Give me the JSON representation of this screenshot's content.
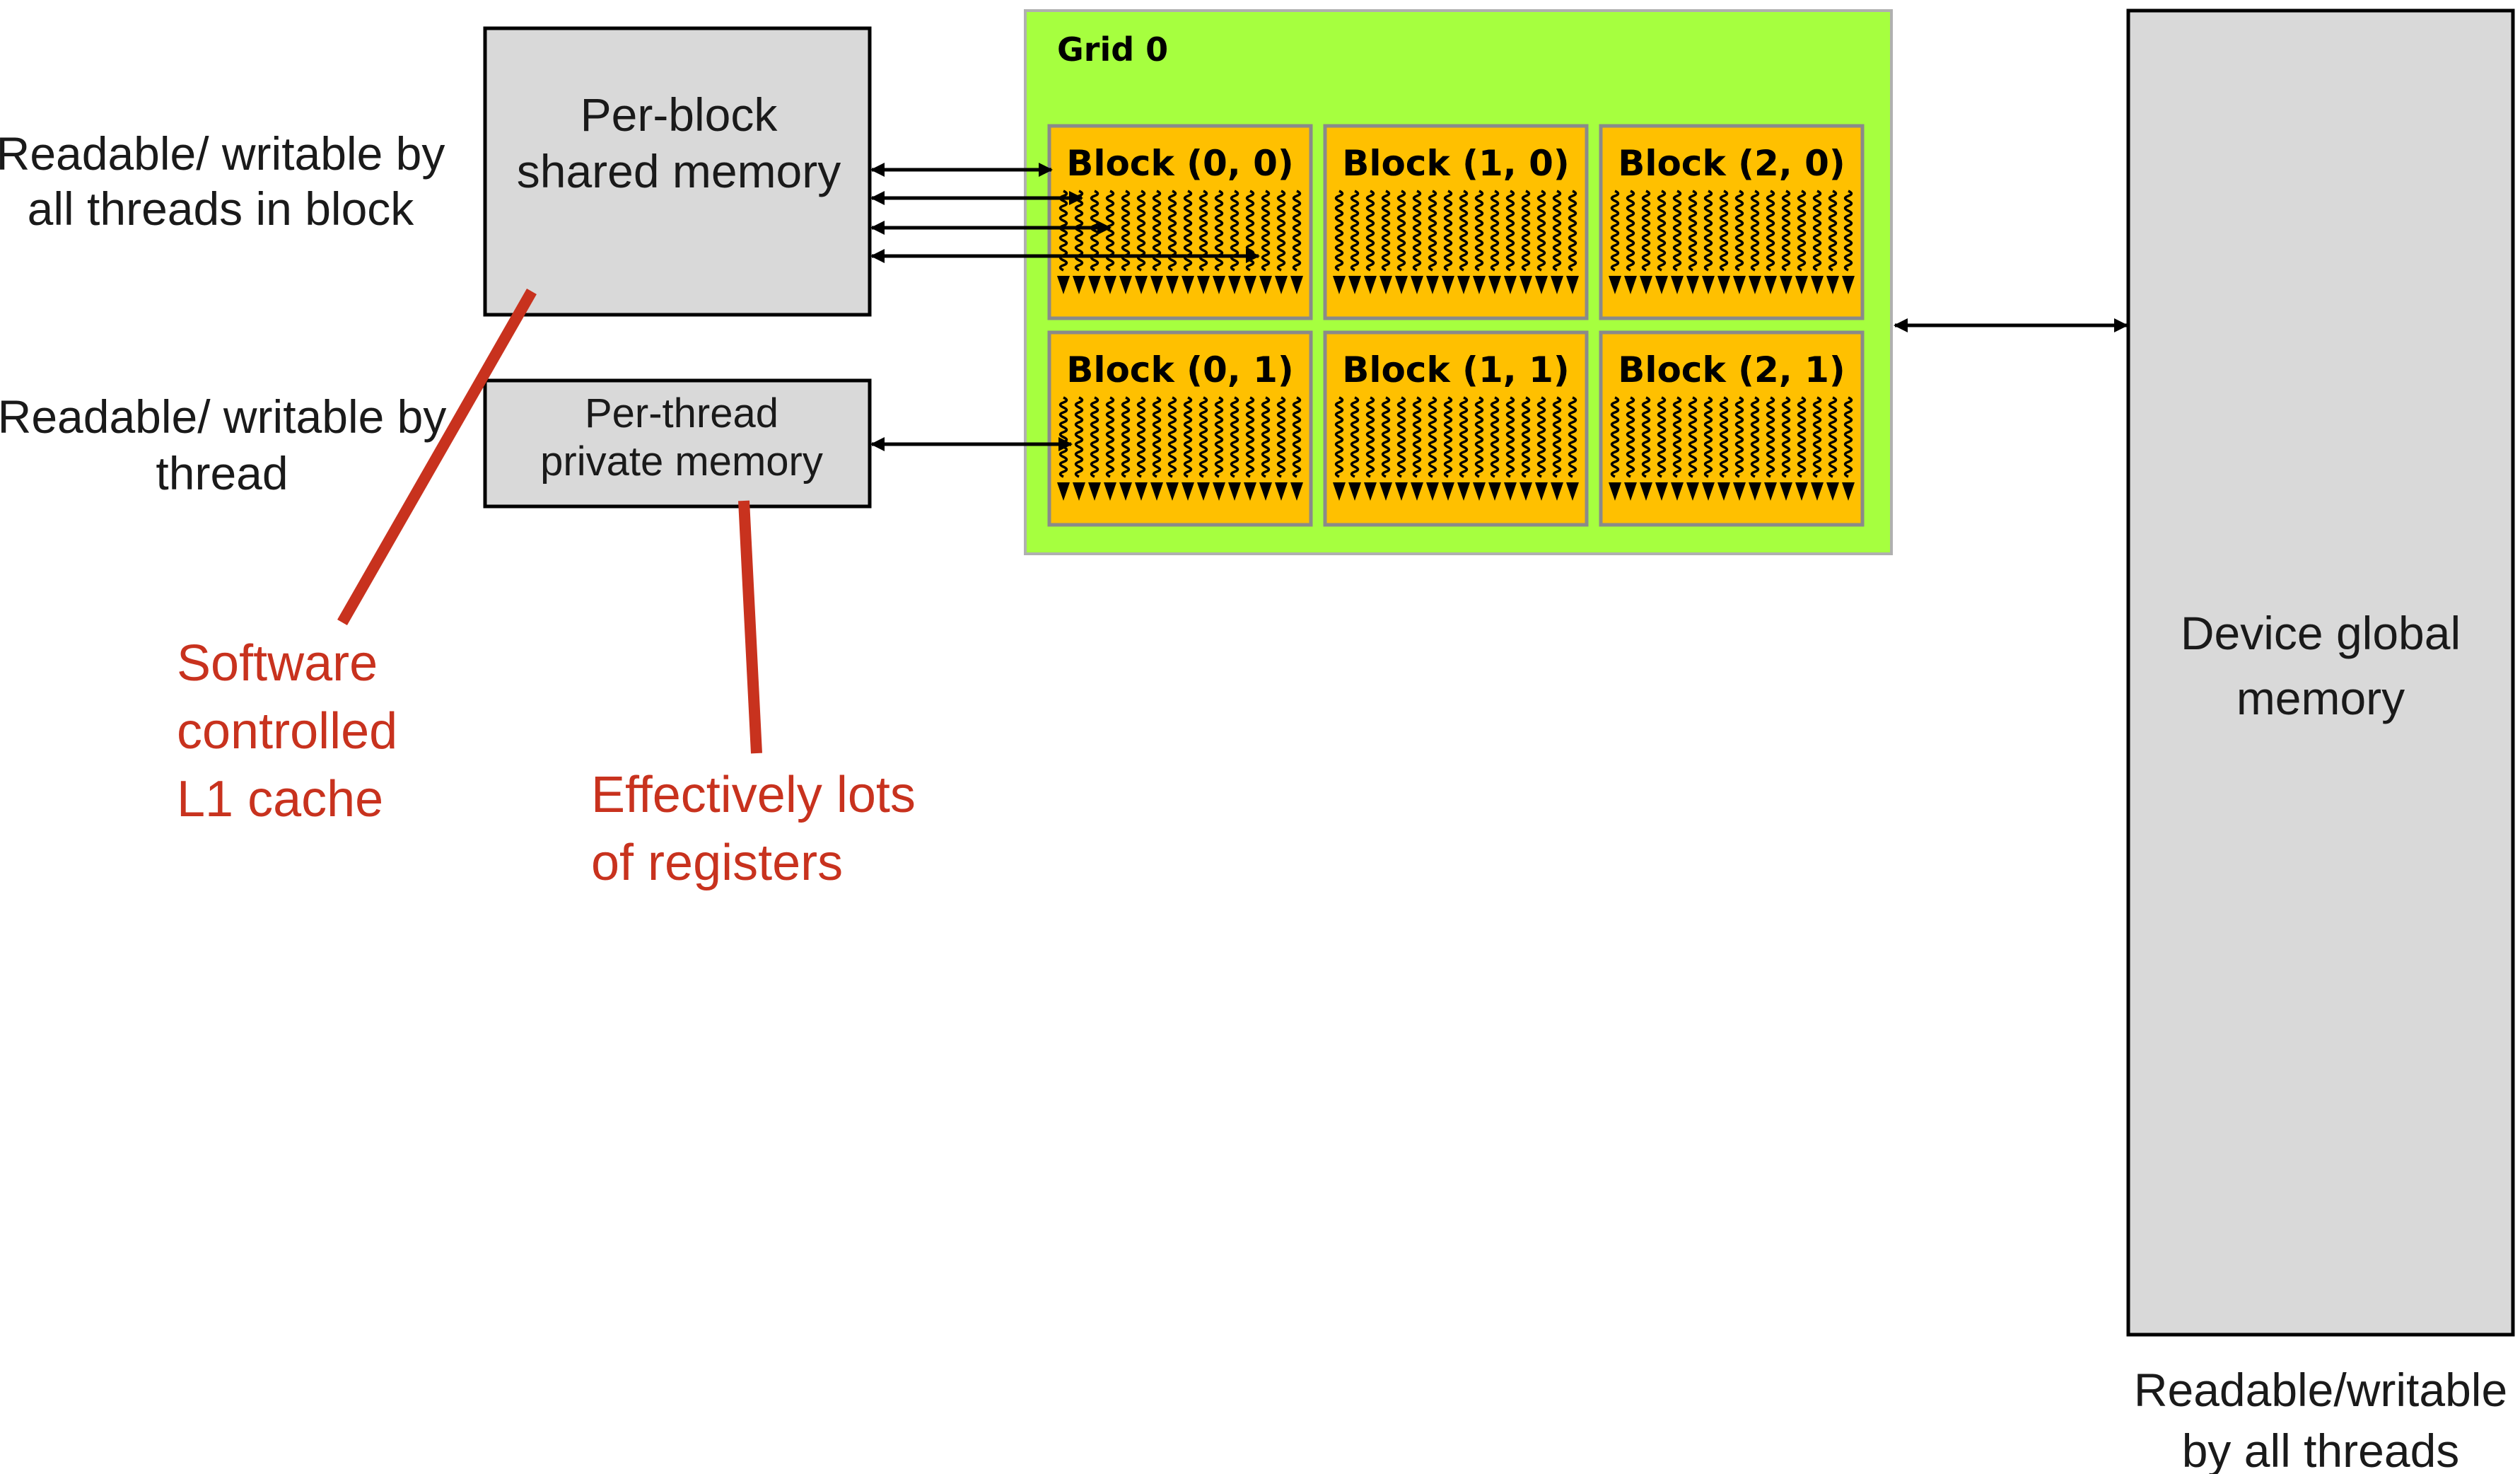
{
  "labels": {
    "shared_access": [
      "Readable/ writable by",
      "all threads in block"
    ],
    "private_access": [
      "Readable/ writable by",
      "thread"
    ],
    "global_access": [
      "Readable/writable",
      "by all threads"
    ]
  },
  "memory": {
    "shared": [
      "Per-block",
      "shared memory"
    ],
    "private": [
      "Per-thread",
      "private memory"
    ],
    "global": [
      "Device global",
      "memory"
    ]
  },
  "grid": {
    "title": "Grid 0",
    "blocks": [
      "Block (0, 0)",
      "Block (1, 0)",
      "Block (2, 0)",
      "Block (0, 1)",
      "Block (1, 1)",
      "Block (2, 1)"
    ]
  },
  "notes": {
    "l1": [
      "Software",
      "controlled",
      "L1 cache"
    ],
    "registers": [
      "Effectively lots",
      "of registers"
    ]
  },
  "colors": {
    "memory_box": "#d9d9d9",
    "grid_bg": "#a6ff3f",
    "block_bg": "#ffc000",
    "annotation": "#c8321e"
  }
}
